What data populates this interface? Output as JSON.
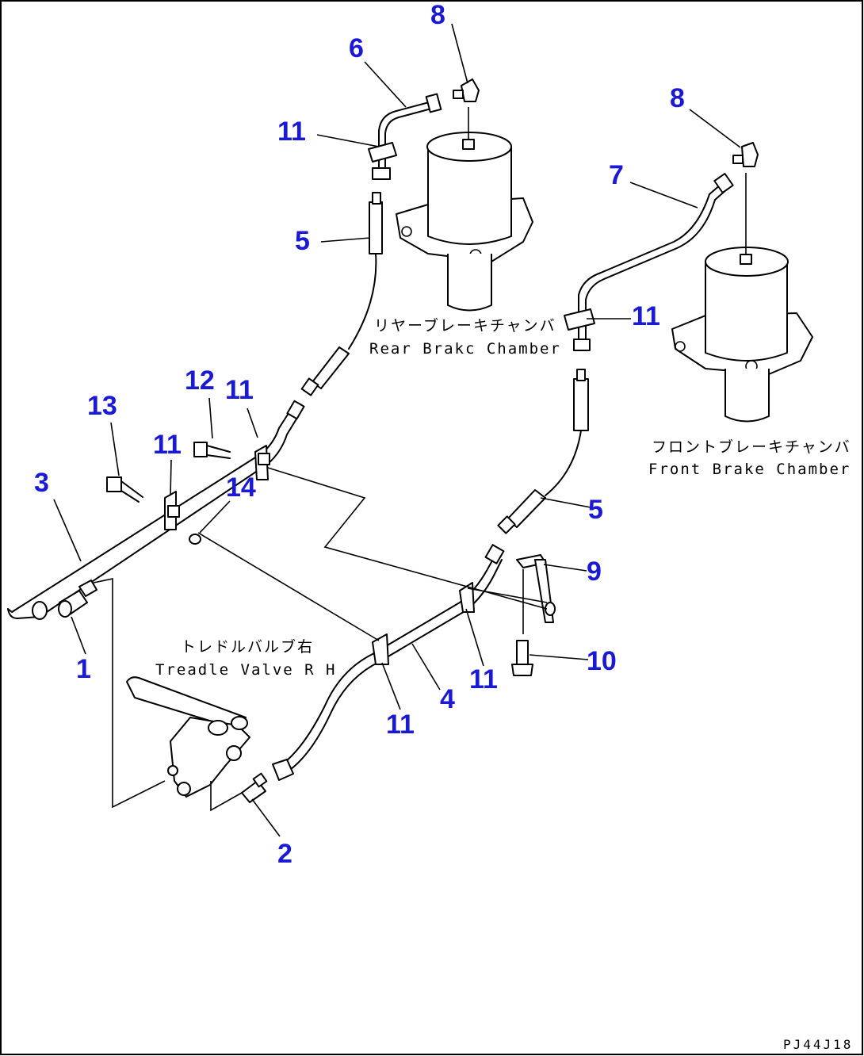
{
  "callouts": {
    "c1": "1",
    "c2": "2",
    "c3": "3",
    "c4": "4",
    "c5a": "5",
    "c5b": "5",
    "c6": "6",
    "c7": "7",
    "c8a": "8",
    "c8b": "8",
    "c9": "9",
    "c10": "10",
    "c11a": "11",
    "c11b": "11",
    "c11c": "11",
    "c11d": "11",
    "c11e": "11",
    "c11f": "11",
    "c12": "12",
    "c13": "13",
    "c14": "14"
  },
  "captions": {
    "rear_jp": "リヤーブレーキチャンバ",
    "rear_en": "Rear Brakc Chamber",
    "front_jp": "フロントブレーキチャンバ",
    "front_en": "Front Brake Chamber",
    "treadle_jp": "トレドルバルブ右",
    "treadle_en": "Treadle Valve R H"
  },
  "drawing_code": "PJ44J18",
  "colors": {
    "callout": "#1a1ad6",
    "line": "#000000",
    "background": "#ffffff"
  }
}
